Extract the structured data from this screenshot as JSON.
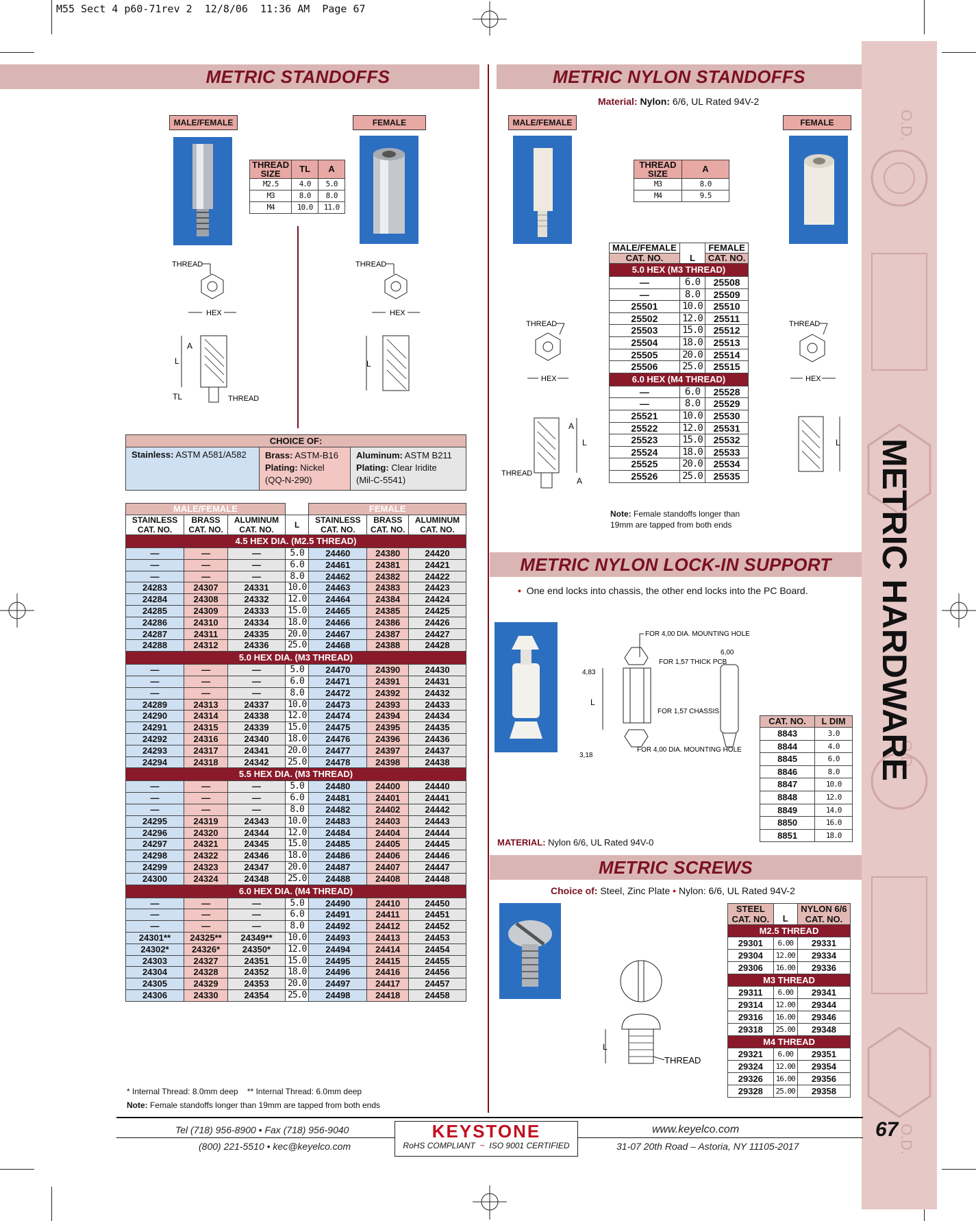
{
  "slug": "M55 Sect 4 p60-71rev 2  12/8/06  11:36 AM  Page 67",
  "side_title": "METRIC HARDWARE",
  "od_text": "O.D.",
  "standoffs": {
    "title": "METRIC STANDOFFS",
    "tag_mf": "MALE/FEMALE",
    "tag_f": "FEMALE",
    "thread_table": {
      "headers": [
        "THREAD SIZE",
        "TL",
        "A"
      ],
      "rows": [
        [
          "M2.5",
          "4.0",
          "5.0"
        ],
        [
          "M3",
          "8.0",
          "8.0"
        ],
        [
          "M4",
          "10.0",
          "11.0"
        ]
      ]
    },
    "draw_labels": {
      "thread": "THREAD",
      "hex": "HEX",
      "a": "A",
      "l": "L",
      "tl": "TL"
    },
    "choice": {
      "title": "CHOICE OF:",
      "stainless_label": "Stainless:",
      "stainless": "ASTM A581/A582",
      "brass_label": "Brass:",
      "brass": "ASTM-B16",
      "brass_plating_label": "Plating:",
      "brass_plating": "Nickel",
      "brass_spec": "(QQ-N-290)",
      "aluminum_label": "Aluminum:",
      "aluminum": "ASTM B211",
      "al_plating_label": "Plating:",
      "al_plating": "Clear Iridite",
      "al_spec": "(Mil-C-5541)"
    },
    "main_table": {
      "group_mf": "MALE/FEMALE",
      "group_f": "FEMALE",
      "cols": [
        "STAINLESS CAT. NO.",
        "BRASS CAT. NO.",
        "ALUMINUM CAT. NO.",
        "L",
        "STAINLESS CAT. NO.",
        "BRASS CAT. NO.",
        "ALUMINUM CAT. NO."
      ],
      "sections": [
        {
          "title": "4.5 HEX DIA. (M2.5 THREAD)",
          "rows": [
            [
              "—",
              "—",
              "—",
              "5.0",
              "24460",
              "24380",
              "24420"
            ],
            [
              "—",
              "—",
              "—",
              "6.0",
              "24461",
              "24381",
              "24421"
            ],
            [
              "—",
              "—",
              "—",
              "8.0",
              "24462",
              "24382",
              "24422"
            ],
            [
              "24283",
              "24307",
              "24331",
              "10.0",
              "24463",
              "24383",
              "24423"
            ],
            [
              "24284",
              "24308",
              "24332",
              "12.0",
              "24464",
              "24384",
              "24424"
            ],
            [
              "24285",
              "24309",
              "24333",
              "15.0",
              "24465",
              "24385",
              "24425"
            ],
            [
              "24286",
              "24310",
              "24334",
              "18.0",
              "24466",
              "24386",
              "24426"
            ],
            [
              "24287",
              "24311",
              "24335",
              "20.0",
              "24467",
              "24387",
              "24427"
            ],
            [
              "24288",
              "24312",
              "24336",
              "25.0",
              "24468",
              "24388",
              "24428"
            ]
          ]
        },
        {
          "title": "5.0 HEX DIA. (M3 THREAD)",
          "rows": [
            [
              "—",
              "—",
              "—",
              "5.0",
              "24470",
              "24390",
              "24430"
            ],
            [
              "—",
              "—",
              "—",
              "6.0",
              "24471",
              "24391",
              "24431"
            ],
            [
              "—",
              "—",
              "—",
              "8.0",
              "24472",
              "24392",
              "24432"
            ],
            [
              "24289",
              "24313",
              "24337",
              "10.0",
              "24473",
              "24393",
              "24433"
            ],
            [
              "24290",
              "24314",
              "24338",
              "12.0",
              "24474",
              "24394",
              "24434"
            ],
            [
              "24291",
              "24315",
              "24339",
              "15.0",
              "24475",
              "24395",
              "24435"
            ],
            [
              "24292",
              "24316",
              "24340",
              "18.0",
              "24476",
              "24396",
              "24436"
            ],
            [
              "24293",
              "24317",
              "24341",
              "20.0",
              "24477",
              "24397",
              "24437"
            ],
            [
              "24294",
              "24318",
              "24342",
              "25.0",
              "24478",
              "24398",
              "24438"
            ]
          ]
        },
        {
          "title": "5.5 HEX DIA. (M3 THREAD)",
          "rows": [
            [
              "—",
              "—",
              "—",
              "5.0",
              "24480",
              "24400",
              "24440"
            ],
            [
              "—",
              "—",
              "—",
              "6.0",
              "24481",
              "24401",
              "24441"
            ],
            [
              "—",
              "—",
              "—",
              "8.0",
              "24482",
              "24402",
              "24442"
            ],
            [
              "24295",
              "24319",
              "24343",
              "10.0",
              "24483",
              "24403",
              "24443"
            ],
            [
              "24296",
              "24320",
              "24344",
              "12.0",
              "24484",
              "24404",
              "24444"
            ],
            [
              "24297",
              "24321",
              "24345",
              "15.0",
              "24485",
              "24405",
              "24445"
            ],
            [
              "24298",
              "24322",
              "24346",
              "18.0",
              "24486",
              "24406",
              "24446"
            ],
            [
              "24299",
              "24323",
              "24347",
              "20.0",
              "24487",
              "24407",
              "24447"
            ],
            [
              "24300",
              "24324",
              "24348",
              "25.0",
              "24488",
              "24408",
              "24448"
            ]
          ]
        },
        {
          "title": "6.0 HEX DIA. (M4 THREAD)",
          "rows": [
            [
              "—",
              "—",
              "—",
              "5.0",
              "24490",
              "24410",
              "24450"
            ],
            [
              "—",
              "—",
              "—",
              "6.0",
              "24491",
              "24411",
              "24451"
            ],
            [
              "—",
              "—",
              "—",
              "8.0",
              "24492",
              "24412",
              "24452"
            ],
            [
              "24301**",
              "24325**",
              "24349**",
              "10.0",
              "24493",
              "24413",
              "24453"
            ],
            [
              "24302*",
              "24326*",
              "24350*",
              "12.0",
              "24494",
              "24414",
              "24454"
            ],
            [
              "24303",
              "24327",
              "24351",
              "15.0",
              "24495",
              "24415",
              "24455"
            ],
            [
              "24304",
              "24328",
              "24352",
              "18.0",
              "24496",
              "24416",
              "24456"
            ],
            [
              "24305",
              "24329",
              "24353",
              "20.0",
              "24497",
              "24417",
              "24457"
            ],
            [
              "24306",
              "24330",
              "24354",
              "25.0",
              "24498",
              "24418",
              "24458"
            ]
          ]
        }
      ]
    },
    "footnote1": "* Internal Thread: 8.0mm deep",
    "footnote2": "** Internal Thread: 6.0mm deep",
    "note_label": "Note:",
    "note": "Female standoffs longer than 19mm are tapped from both ends"
  },
  "nylon_standoffs": {
    "title": "METRIC NYLON STANDOFFS",
    "material_label": "Material:",
    "material_nylon_label": "Nylon:",
    "material": "6/6, UL Rated 94V-2",
    "tag_mf": "MALE/FEMALE",
    "tag_f": "FEMALE",
    "thread_table": {
      "headers": [
        "THREAD SIZE",
        "A"
      ],
      "rows": [
        [
          "M3",
          "8.0"
        ],
        [
          "M4",
          "9.5"
        ]
      ]
    },
    "table": {
      "h_mf": "MALE/FEMALE",
      "h_f": "FEMALE",
      "h_cat": "CAT. NO.",
      "h_l": "L",
      "sections": [
        {
          "title": "5.0 HEX (M3 THREAD)",
          "rows": [
            [
              "—",
              "6.0",
              "25508"
            ],
            [
              "—",
              "8.0",
              "25509"
            ],
            [
              "25501",
              "10.0",
              "25510"
            ],
            [
              "25502",
              "12.0",
              "25511"
            ],
            [
              "25503",
              "15.0",
              "25512"
            ],
            [
              "25504",
              "18.0",
              "25513"
            ],
            [
              "25505",
              "20.0",
              "25514"
            ],
            [
              "25506",
              "25.0",
              "25515"
            ]
          ]
        },
        {
          "title": "6.0 HEX (M4 THREAD)",
          "rows": [
            [
              "—",
              "6.0",
              "25528"
            ],
            [
              "—",
              "8.0",
              "25529"
            ],
            [
              "25521",
              "10.0",
              "25530"
            ],
            [
              "25522",
              "12.0",
              "25531"
            ],
            [
              "25523",
              "15.0",
              "25532"
            ],
            [
              "25524",
              "18.0",
              "25533"
            ],
            [
              "25525",
              "20.0",
              "25534"
            ],
            [
              "25526",
              "25.0",
              "25535"
            ]
          ]
        }
      ]
    },
    "draw_labels": {
      "thread": "THREAD",
      "hex": "HEX",
      "a": "A",
      "l": "L"
    },
    "note_label": "Note:",
    "note": "Female standoffs longer than 19mm are tapped from both ends"
  },
  "lockin": {
    "title": "METRIC NYLON LOCK-IN SUPPORT",
    "bullet": "One end locks into chassis, the other end locks into the PC Board.",
    "labels": {
      "top_hole": "FOR 4,00 DIA. MOUNTING HOLE",
      "pcb": "FOR 1,57 THICK PCB",
      "chassis": "FOR 1,57 CHASSIS",
      "bot_hole": "FOR 4,00 DIA. MOUNTING HOLE",
      "d1": "4,83",
      "d2": "3,18",
      "d3": "6,00",
      "l": "L"
    },
    "table": {
      "headers": [
        "CAT. NO.",
        "L DIM"
      ],
      "rows": [
        [
          "8843",
          "3.0"
        ],
        [
          "8844",
          "4.0"
        ],
        [
          "8845",
          "6.0"
        ],
        [
          "8846",
          "8.0"
        ],
        [
          "8847",
          "10.0"
        ],
        [
          "8848",
          "12.0"
        ],
        [
          "8849",
          "14.0"
        ],
        [
          "8850",
          "16.0"
        ],
        [
          "8851",
          "18.0"
        ]
      ]
    },
    "material_label": "MATERIAL:",
    "material": "Nylon 6/6, UL Rated 94V-0"
  },
  "screws": {
    "title": "METRIC SCREWS",
    "choice_label": "Choice of:",
    "steel": "Steel, Zinc Plate",
    "nylon": "Nylon: 6/6, UL Rated 94V-2",
    "labels": {
      "thread": "THREAD",
      "l": "L"
    },
    "table": {
      "h_steel": "STEEL CAT. NO.",
      "h_l": "L",
      "h_nylon": "NYLON 6/6 CAT. NO.",
      "sections": [
        {
          "title": "M2.5 THREAD",
          "rows": [
            [
              "29301",
              "6.00",
              "29331"
            ],
            [
              "29304",
              "12.00",
              "29334"
            ],
            [
              "29306",
              "16.00",
              "29336"
            ]
          ]
        },
        {
          "title": "M3 THREAD",
          "rows": [
            [
              "29311",
              "6.00",
              "29341"
            ],
            [
              "29314",
              "12.00",
              "29344"
            ],
            [
              "29316",
              "16.00",
              "29346"
            ],
            [
              "29318",
              "25.00",
              "29348"
            ]
          ]
        },
        {
          "title": "M4 THREAD",
          "rows": [
            [
              "29321",
              "6.00",
              "29351"
            ],
            [
              "29324",
              "12.00",
              "29354"
            ],
            [
              "29326",
              "16.00",
              "29356"
            ],
            [
              "29328",
              "25.00",
              "29358"
            ]
          ]
        }
      ]
    }
  },
  "footer": {
    "phone": "Tel (718) 956-8900  •  Fax (718) 956-9040",
    "phone2": "(800) 221-5510  •  kec@keyelco.com",
    "brand": "KEYSTONE",
    "rohs": "RoHS COMPLIANT",
    "iso": "ISO 9001 CERTIFIED",
    "web": "www.keyelco.com",
    "address": "31-07 20th Road – Astoria, NY  11105-2017",
    "page": "67"
  },
  "colors": {
    "accent": "#7a1020",
    "banner": "#d9b5b3",
    "sidebar": "#e6c8c6",
    "photo": "#2c6fc1",
    "section": "#8a1a2a"
  }
}
